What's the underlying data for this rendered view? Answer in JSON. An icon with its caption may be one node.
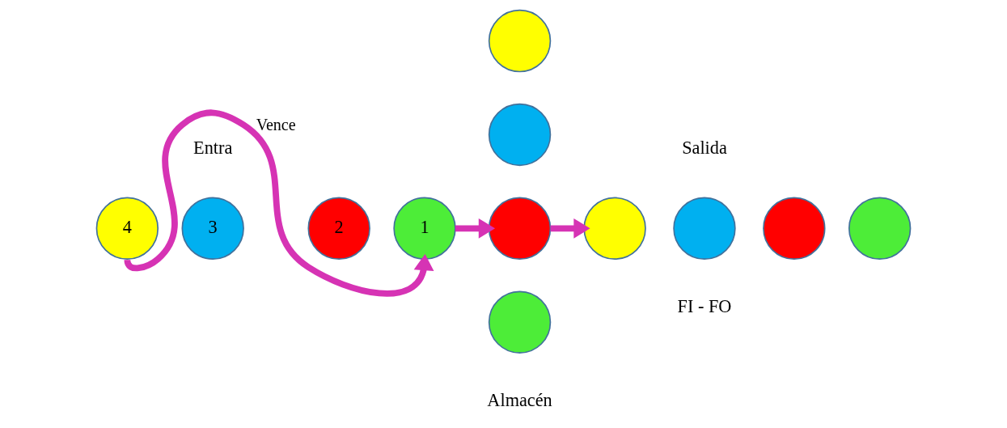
{
  "diagram": {
    "nodes": [
      {
        "text": [
          "4"
        ]
      },
      {
        "text": [
          "3"
        ]
      },
      {
        "text": [
          "2"
        ]
      },
      {
        "text": [
          "1"
        ]
      },
      {
        "text": [],
        "shape": "circle"
      },
      {
        "text": [],
        "shape": "circle"
      },
      {
        "text": [],
        "shape": "circle"
      },
      {
        "text": [],
        "shape": "circle"
      },
      {
        "text": [],
        "shape": "circle"
      },
      {
        "text": [],
        "shape": "circle"
      },
      {
        "text": [],
        "shape": "circle"
      },
      {
        "text": [],
        "shape": "circle"
      }
    ],
    "edges": [
      {
        "from": 3,
        "to": 6,
        "arrow": "to"
      },
      {
        "from": 6,
        "to": 8,
        "arrow": "to"
      },
      {
        "from": 0,
        "to": 3,
        "arrow": "to",
        "label": "Vence"
      }
    ],
    "labels": [
      "Entra",
      "Salida",
      "FI - FO",
      "Almacén"
    ]
  }
}
